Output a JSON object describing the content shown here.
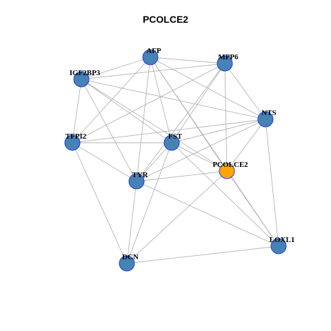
{
  "title": "PCOLCE2",
  "colors": {
    "node_default": "#4682b4",
    "node_highlight": "#ffa500",
    "node_border": "#1f3fdc",
    "edge": "#b3b3b3"
  },
  "nodes": [
    {
      "id": "AFP",
      "label": "AFP",
      "highlight": false
    },
    {
      "id": "MPP6",
      "label": "MPP6",
      "highlight": false
    },
    {
      "id": "IGF2BP3",
      "label": "IGF2BP3",
      "highlight": false
    },
    {
      "id": "NTS",
      "label": "NTS",
      "highlight": false
    },
    {
      "id": "TFPI2",
      "label": "TFPI2",
      "highlight": false
    },
    {
      "id": "FST",
      "label": "FST",
      "highlight": false
    },
    {
      "id": "PCOLCE2",
      "label": "PCOLCE2",
      "highlight": true
    },
    {
      "id": "TYR",
      "label": "TYR",
      "highlight": false
    },
    {
      "id": "LOXL1",
      "label": "LOXL1",
      "highlight": false
    },
    {
      "id": "DCN",
      "label": "DCN",
      "highlight": false
    }
  ],
  "edges": [
    [
      "AFP",
      "MPP6"
    ],
    [
      "AFP",
      "IGF2BP3"
    ],
    [
      "AFP",
      "NTS"
    ],
    [
      "AFP",
      "TFPI2"
    ],
    [
      "AFP",
      "FST"
    ],
    [
      "AFP",
      "TYR"
    ],
    [
      "AFP",
      "PCOLCE2"
    ],
    [
      "AFP",
      "LOXL1"
    ],
    [
      "MPP6",
      "IGF2BP3"
    ],
    [
      "MPP6",
      "NTS"
    ],
    [
      "MPP6",
      "TFPI2"
    ],
    [
      "MPP6",
      "FST"
    ],
    [
      "MPP6",
      "TYR"
    ],
    [
      "MPP6",
      "PCOLCE2"
    ],
    [
      "IGF2BP3",
      "NTS"
    ],
    [
      "IGF2BP3",
      "TFPI2"
    ],
    [
      "IGF2BP3",
      "FST"
    ],
    [
      "IGF2BP3",
      "TYR"
    ],
    [
      "IGF2BP3",
      "PCOLCE2"
    ],
    [
      "NTS",
      "TFPI2"
    ],
    [
      "NTS",
      "FST"
    ],
    [
      "NTS",
      "TYR"
    ],
    [
      "NTS",
      "PCOLCE2"
    ],
    [
      "NTS",
      "LOXL1"
    ],
    [
      "TFPI2",
      "FST"
    ],
    [
      "TFPI2",
      "TYR"
    ],
    [
      "TFPI2",
      "DCN"
    ],
    [
      "FST",
      "PCOLCE2"
    ],
    [
      "FST",
      "TYR"
    ],
    [
      "FST",
      "LOXL1"
    ],
    [
      "FST",
      "DCN"
    ],
    [
      "TYR",
      "PCOLCE2"
    ],
    [
      "TYR",
      "LOXL1"
    ],
    [
      "TYR",
      "DCN"
    ],
    [
      "PCOLCE2",
      "LOXL1"
    ],
    [
      "PCOLCE2",
      "DCN"
    ],
    [
      "LOXL1",
      "DCN"
    ]
  ]
}
